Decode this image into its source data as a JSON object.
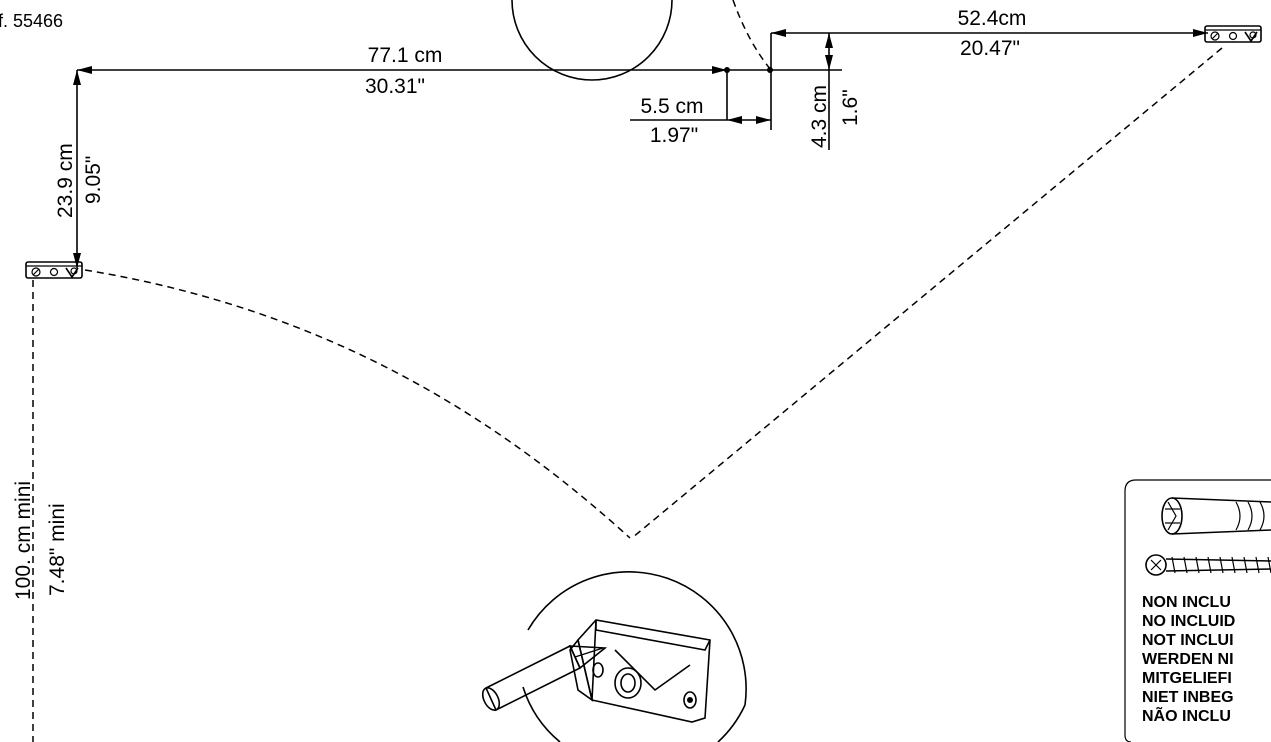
{
  "reference": "f. 55466",
  "dimensions": {
    "width_top": {
      "cm": "77.1 cm",
      "in": "30.31\""
    },
    "offset_horizontal": {
      "cm": "5.5 cm",
      "in": "1.97\""
    },
    "offset_vertical": {
      "cm": "4.3 cm",
      "in": "1.6\""
    },
    "width_right": {
      "cm": "52.4cm",
      "in": "20.47\""
    },
    "height_left": {
      "cm": "23.9 cm",
      "in": "9.05\""
    },
    "floor_min": {
      "cm": "100. cm mini",
      "in": "7.48\"  mini"
    }
  },
  "hardware_note": {
    "lines": [
      "NON INCLU",
      "NO INCLUID",
      "NOT INCLUI",
      "WERDEN NI",
      "MITGELIEFI",
      "NIET INBEG",
      "NÃO INCLU"
    ]
  },
  "icons": {
    "bracket": "wall-bracket-icon",
    "screwdriver": "screwdriver-icon",
    "wall_plug": "wall-plug-icon",
    "screw": "screw-icon"
  }
}
